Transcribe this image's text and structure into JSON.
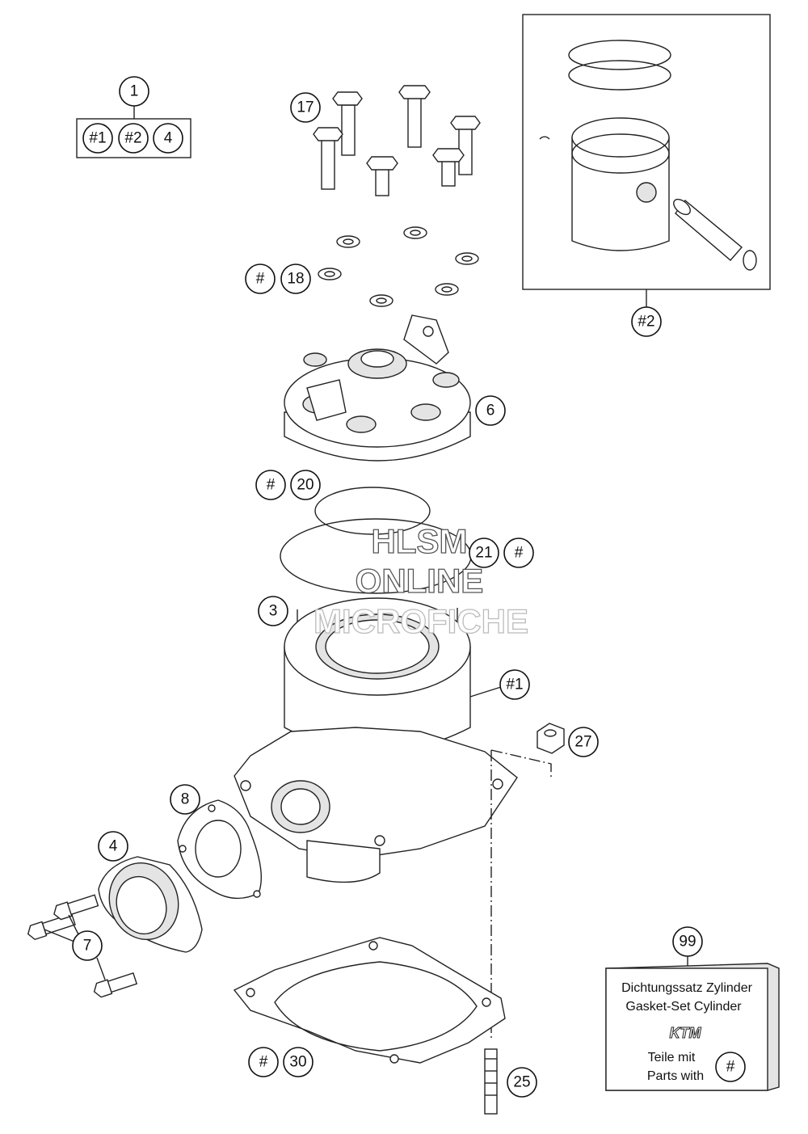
{
  "callouts": {
    "c1": "1",
    "c1a": "#1",
    "c1b": "#2",
    "c1c": "4",
    "c17": "17",
    "c18h": "#",
    "c18": "18",
    "c2": "#2",
    "c6": "6",
    "c20h": "#",
    "c20": "20",
    "c21": "21",
    "c21h": "#",
    "c3": "3",
    "c1cyl": "#1",
    "c27": "27",
    "c8": "8",
    "c4": "4",
    "c7": "7",
    "c30h": "#",
    "c30": "30",
    "c99": "99",
    "c25": "25",
    "c99h": "#"
  },
  "gasket_box": {
    "line1": "Dichtungssatz Zylinder",
    "line2": "Gasket-Set Cylinder",
    "brand": "KTM",
    "line3": "Teile mit",
    "line4": "Parts with"
  },
  "watermark": {
    "line1": "HLSM",
    "line2": "ONLINE",
    "line3": "MICROFICHE"
  }
}
